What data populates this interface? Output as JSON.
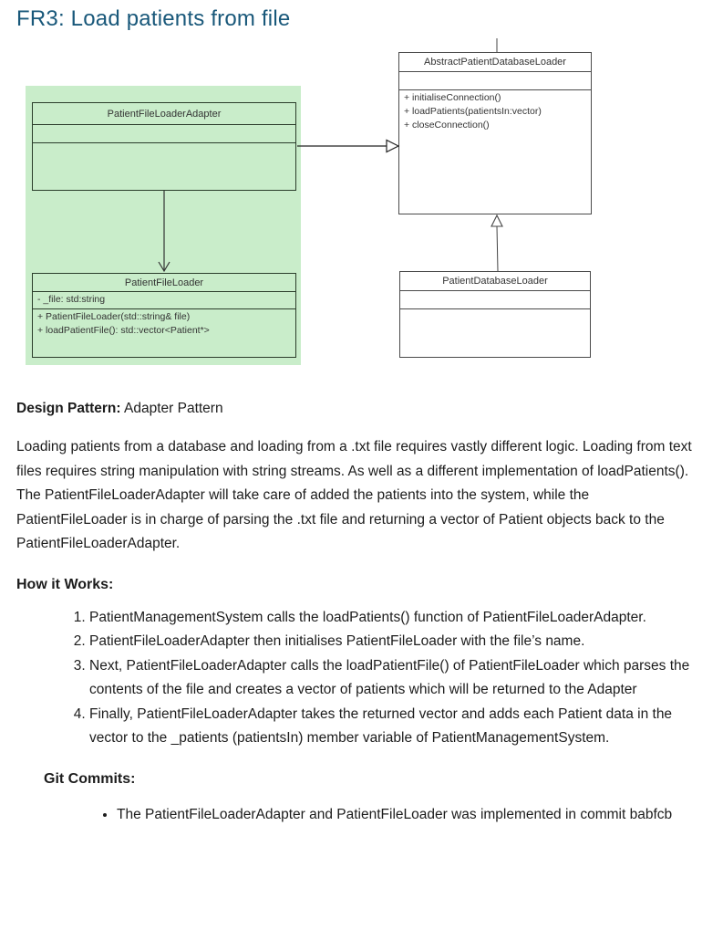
{
  "page": {
    "title": "FR3: Load patients from file",
    "title_color": "#19587a"
  },
  "diagram": {
    "panel_color": "#c9edca",
    "classes": {
      "adapter": {
        "name": "PatientFileLoaderAdapter",
        "attributes": [],
        "methods": []
      },
      "file_loader": {
        "name": "PatientFileLoader",
        "attributes": [
          "- _file: std:string"
        ],
        "methods": [
          "+ PatientFileLoader(std::string& file)",
          "+ loadPatientFile(): std::vector<Patient*>"
        ]
      },
      "abstract_loader": {
        "name": "AbstractPatientDatabaseLoader",
        "attributes": [],
        "methods": [
          "+ initialiseConnection()",
          "+ loadPatients(patientsIn:vector)",
          "+ closeConnection()"
        ]
      },
      "db_loader": {
        "name": "PatientDatabaseLoader",
        "attributes": [],
        "methods": []
      }
    },
    "relations": [
      "PatientFileLoaderAdapter --|> AbstractPatientDatabaseLoader (generalization)",
      "PatientFileLoaderAdapter --> PatientFileLoader (directed association)",
      "PatientDatabaseLoader --|> AbstractPatientDatabaseLoader (generalization)"
    ]
  },
  "design_pattern": {
    "label": "Design Pattern:",
    "value": "Adapter Pattern"
  },
  "description": "Loading patients from a database and loading from a .txt file requires vastly different logic. Loading from text files requires string manipulation with string streams. As well as a different implementation of loadPatients(). The PatientFileLoaderAdapter will take care of added the patients into the system, while the PatientFileLoader is in charge of parsing the .txt file and returning a vector of Patient objects back to the PatientFileLoaderAdapter.",
  "how_it_works": {
    "heading": "How it Works:",
    "steps": [
      "PatientManagementSystem calls the loadPatients() function of PatientFileLoaderAdapter.",
      "PatientFileLoaderAdapter then initialises PatientFileLoader with the file’s name.",
      "Next, PatientFileLoaderAdapter calls the loadPatientFile() of PatientFileLoader which parses the contents of the file and creates a vector of patients which will be returned to the Adapter",
      "Finally, PatientFileLoaderAdapter takes the returned vector and adds each Patient data in the vector to the _patients (patientsIn) member variable of PatientManagementSystem."
    ]
  },
  "git_commits": {
    "heading": "Git Commits:",
    "items": [
      "The PatientFileLoaderAdapter and PatientFileLoader was implemented in commit babfcb"
    ]
  }
}
